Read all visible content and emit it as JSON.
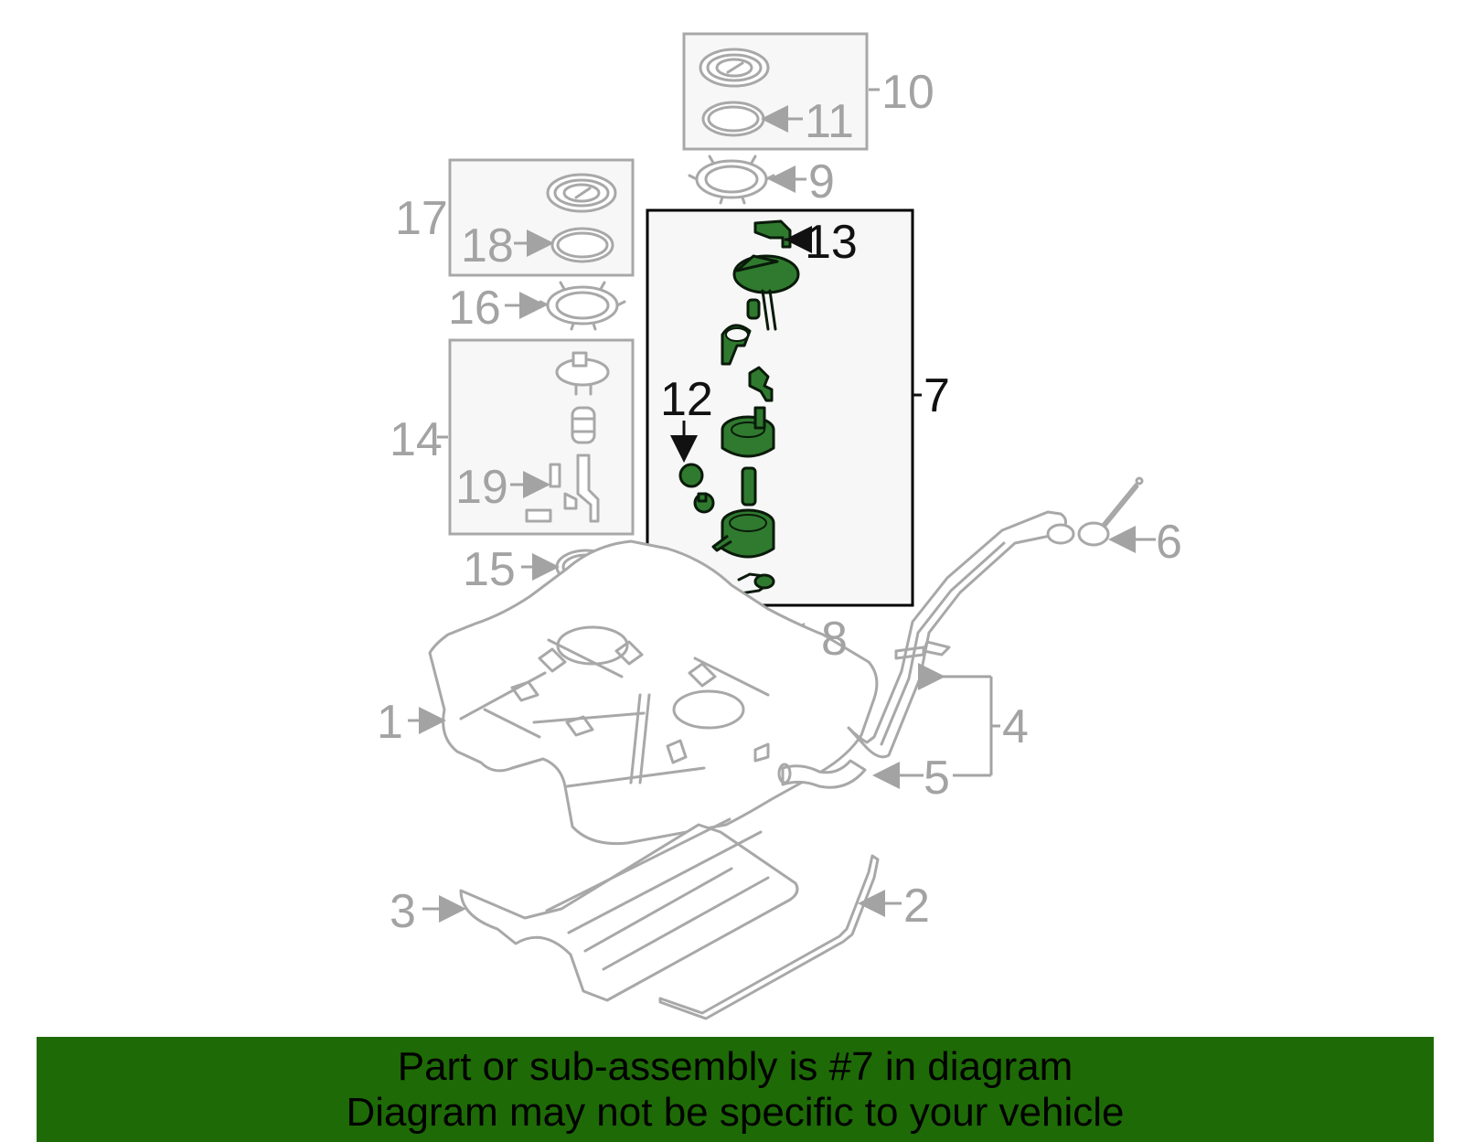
{
  "callouts": {
    "c1": "1",
    "c2": "2",
    "c3": "3",
    "c4": "4",
    "c5": "5",
    "c6": "6",
    "c7": "7",
    "c8": "8",
    "c9": "9",
    "c10": "10",
    "c11": "11",
    "c12": "12",
    "c13": "13",
    "c14": "14",
    "c15": "15",
    "c16": "16",
    "c17": "17",
    "c18": "18",
    "c19": "19"
  },
  "highlighted_callout": "7",
  "colors": {
    "highlight_part": "#2f7a2f",
    "footer_background": "#1e6a07",
    "grey_part": "#a8a8a8",
    "highlight_box_border": "#000000"
  },
  "footer": {
    "line1": "Part or sub-assembly is #7 in diagram",
    "line2": "Diagram may not be specific to your vehicle"
  }
}
